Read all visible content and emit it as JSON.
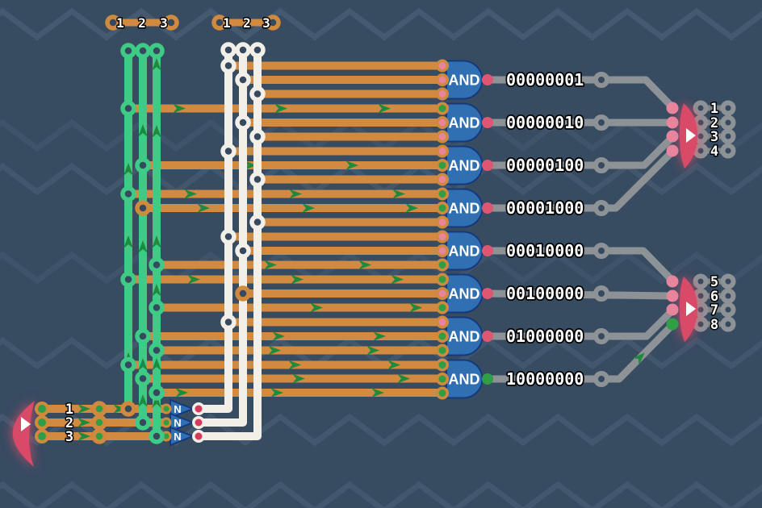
{
  "top_connectors": {
    "left_labels": [
      "1",
      "2",
      "3"
    ],
    "right_labels": [
      "1",
      "2",
      "3"
    ]
  },
  "input_component": {
    "pin_labels": [
      "1",
      "2",
      "3"
    ]
  },
  "not_gates": {
    "label": "N"
  },
  "and_gates": [
    {
      "label": "AND",
      "output_label": "00000001",
      "output_state": "off"
    },
    {
      "label": "AND",
      "output_label": "00000010",
      "output_state": "off"
    },
    {
      "label": "AND",
      "output_label": "00000100",
      "output_state": "off"
    },
    {
      "label": "AND",
      "output_label": "00001000",
      "output_state": "off"
    },
    {
      "label": "AND",
      "output_label": "00010000",
      "output_state": "off"
    },
    {
      "label": "AND",
      "output_label": "00100000",
      "output_state": "off"
    },
    {
      "label": "AND",
      "output_label": "01000000",
      "output_state": "off"
    },
    {
      "label": "AND",
      "output_label": "10000000",
      "output_state": "on"
    }
  ],
  "output_connectors": {
    "group1_labels": [
      "1",
      "2",
      "3",
      "4"
    ],
    "group2_labels": [
      "5",
      "6",
      "7",
      "8"
    ]
  },
  "colors": {
    "background": "#374b61",
    "wire_orange": "#d18a3f",
    "wire_green": "#3ecb86",
    "wire_white": "#f2efe9",
    "wire_gray": "#8d9296",
    "signal_on_green": "#2f9e44",
    "pin_off_pink": "#e8849b",
    "output_pin_red": "#d63a5c",
    "gate_blue": "#2f6fb2",
    "component_red": "#d84a68"
  }
}
